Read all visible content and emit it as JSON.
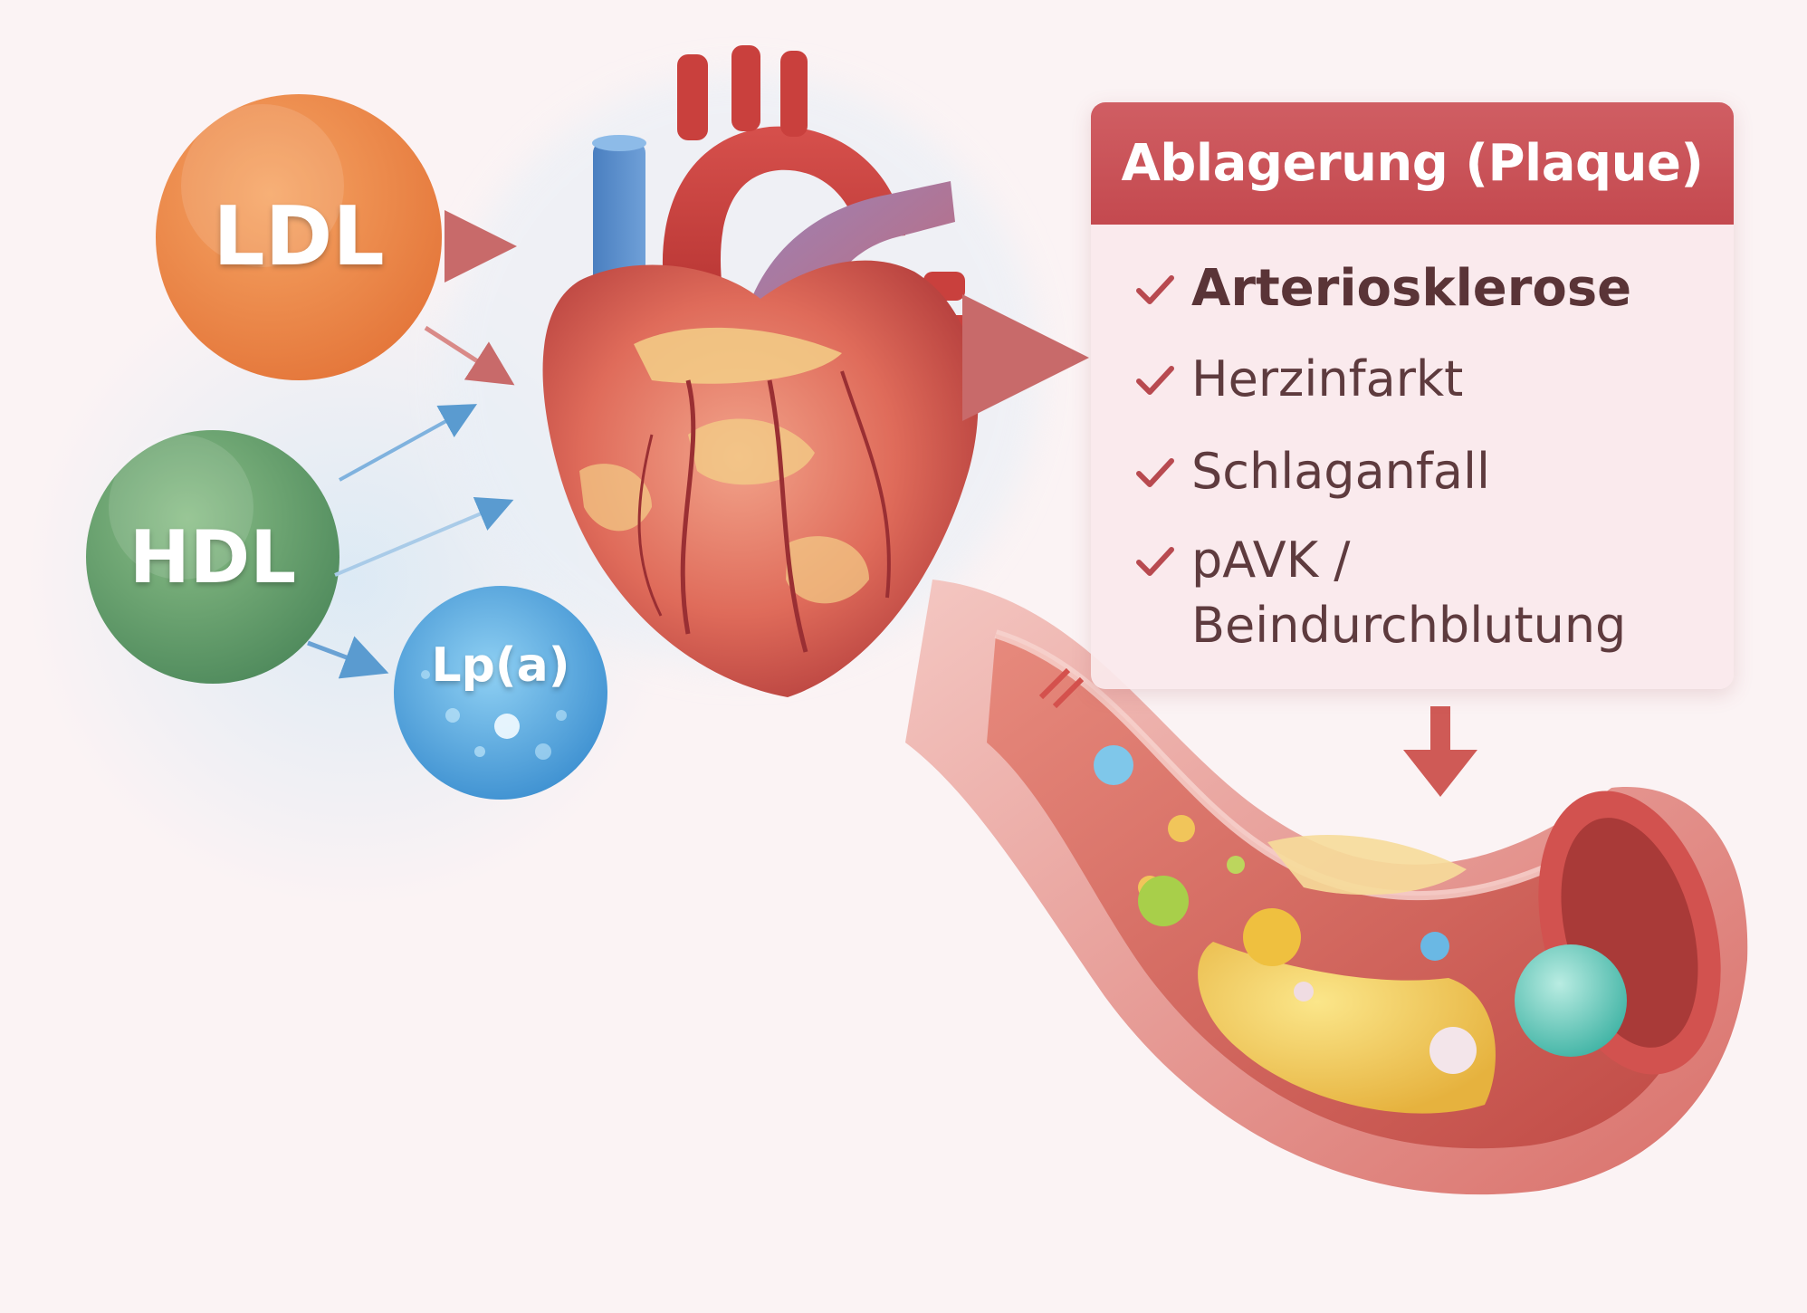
{
  "lipoproteins": {
    "ldl": "LDL",
    "hdl": "HDL",
    "lpa": "Lp(a)"
  },
  "plaque_card": {
    "title": "Ablagerung (Plaque)",
    "items": [
      "Arteriosklerose",
      "Herzinfarkt",
      "Schlaganfall",
      "pAVK /\nBeindurchblutung"
    ]
  },
  "colors": {
    "ldl": "#ec8a4c",
    "hdl": "#5e9a6c",
    "lpa": "#4d9ed8",
    "card_header": "#c8525a",
    "card_text": "#5e3b3e",
    "check": "#b84a50",
    "arrow_red": "#c85a5a",
    "arrow_blue": "#5a9bd0"
  },
  "icons": [
    "check-icon",
    "arrow-icon",
    "heart-illustration",
    "artery-illustration"
  ]
}
